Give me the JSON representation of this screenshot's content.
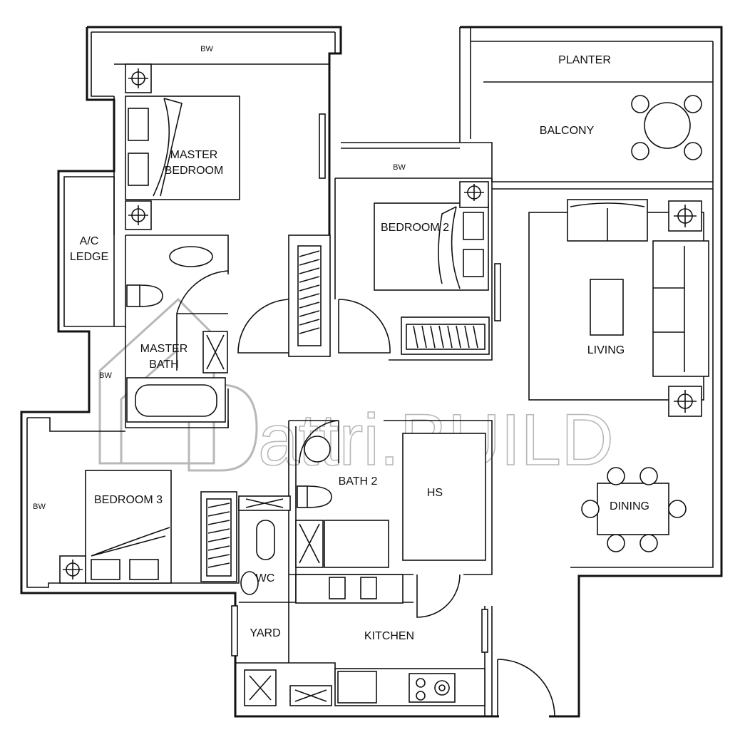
{
  "floorplan": {
    "rooms": {
      "master_bedroom": [
        "MASTER",
        "BEDROOM"
      ],
      "bedroom2": "BEDROOM 2",
      "bedroom3": "BEDROOM 3",
      "master_bath": [
        "MASTER",
        "BATH"
      ],
      "bath2": "BATH 2",
      "ac_ledge": [
        "A/C",
        "LEDGE"
      ],
      "balcony": "BALCONY",
      "planter": "PLANTER",
      "living": "LIVING",
      "dining": "DINING",
      "kitchen": "KITCHEN",
      "yard": "YARD",
      "wc": "WC",
      "hs": "HS"
    },
    "bay_window_label": "BW",
    "watermark": "attri.BUILD"
  }
}
